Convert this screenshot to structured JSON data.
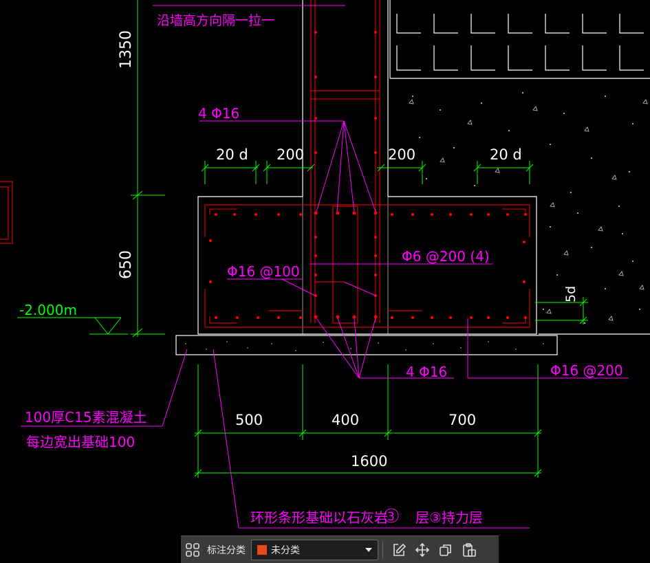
{
  "drawing": {
    "top_cut_note": "沿墙高方向隔一拉一",
    "dim_1350": "1350",
    "dim_650": "650",
    "rebar_4phi16_top": "4 Φ16",
    "dim_20d_left": "20 d",
    "dim_200_left": "200",
    "dim_200_right": "200",
    "dim_20d_right": "20 d",
    "stirrup_label": "Φ6 @200 (4)",
    "dist_bar_label": "Φ16 @100",
    "dim_5d": "5d",
    "elevation": "-2.000m",
    "rebar_4phi16_bottom": "4 Φ16",
    "bottom_bar_label": "Φ16 @200",
    "plain_concrete_1": "100厚C15素混凝土",
    "plain_concrete_2": "每边宽出基础100",
    "dim_500": "500",
    "dim_400": "400",
    "dim_700": "700",
    "dim_1600": "1600",
    "bearing_note": "环形条形基础以石灰岩　　层③持力层",
    "bearing_note_marker": "3"
  },
  "toolbar": {
    "category_label": "标注分类",
    "selected_category": "未分类",
    "swatch_color": "#e8481e"
  },
  "colors": {
    "dimension": "#00ff00",
    "rebar": "#ff0000",
    "leader": "#ff00ff",
    "outline": "#ffffff"
  }
}
